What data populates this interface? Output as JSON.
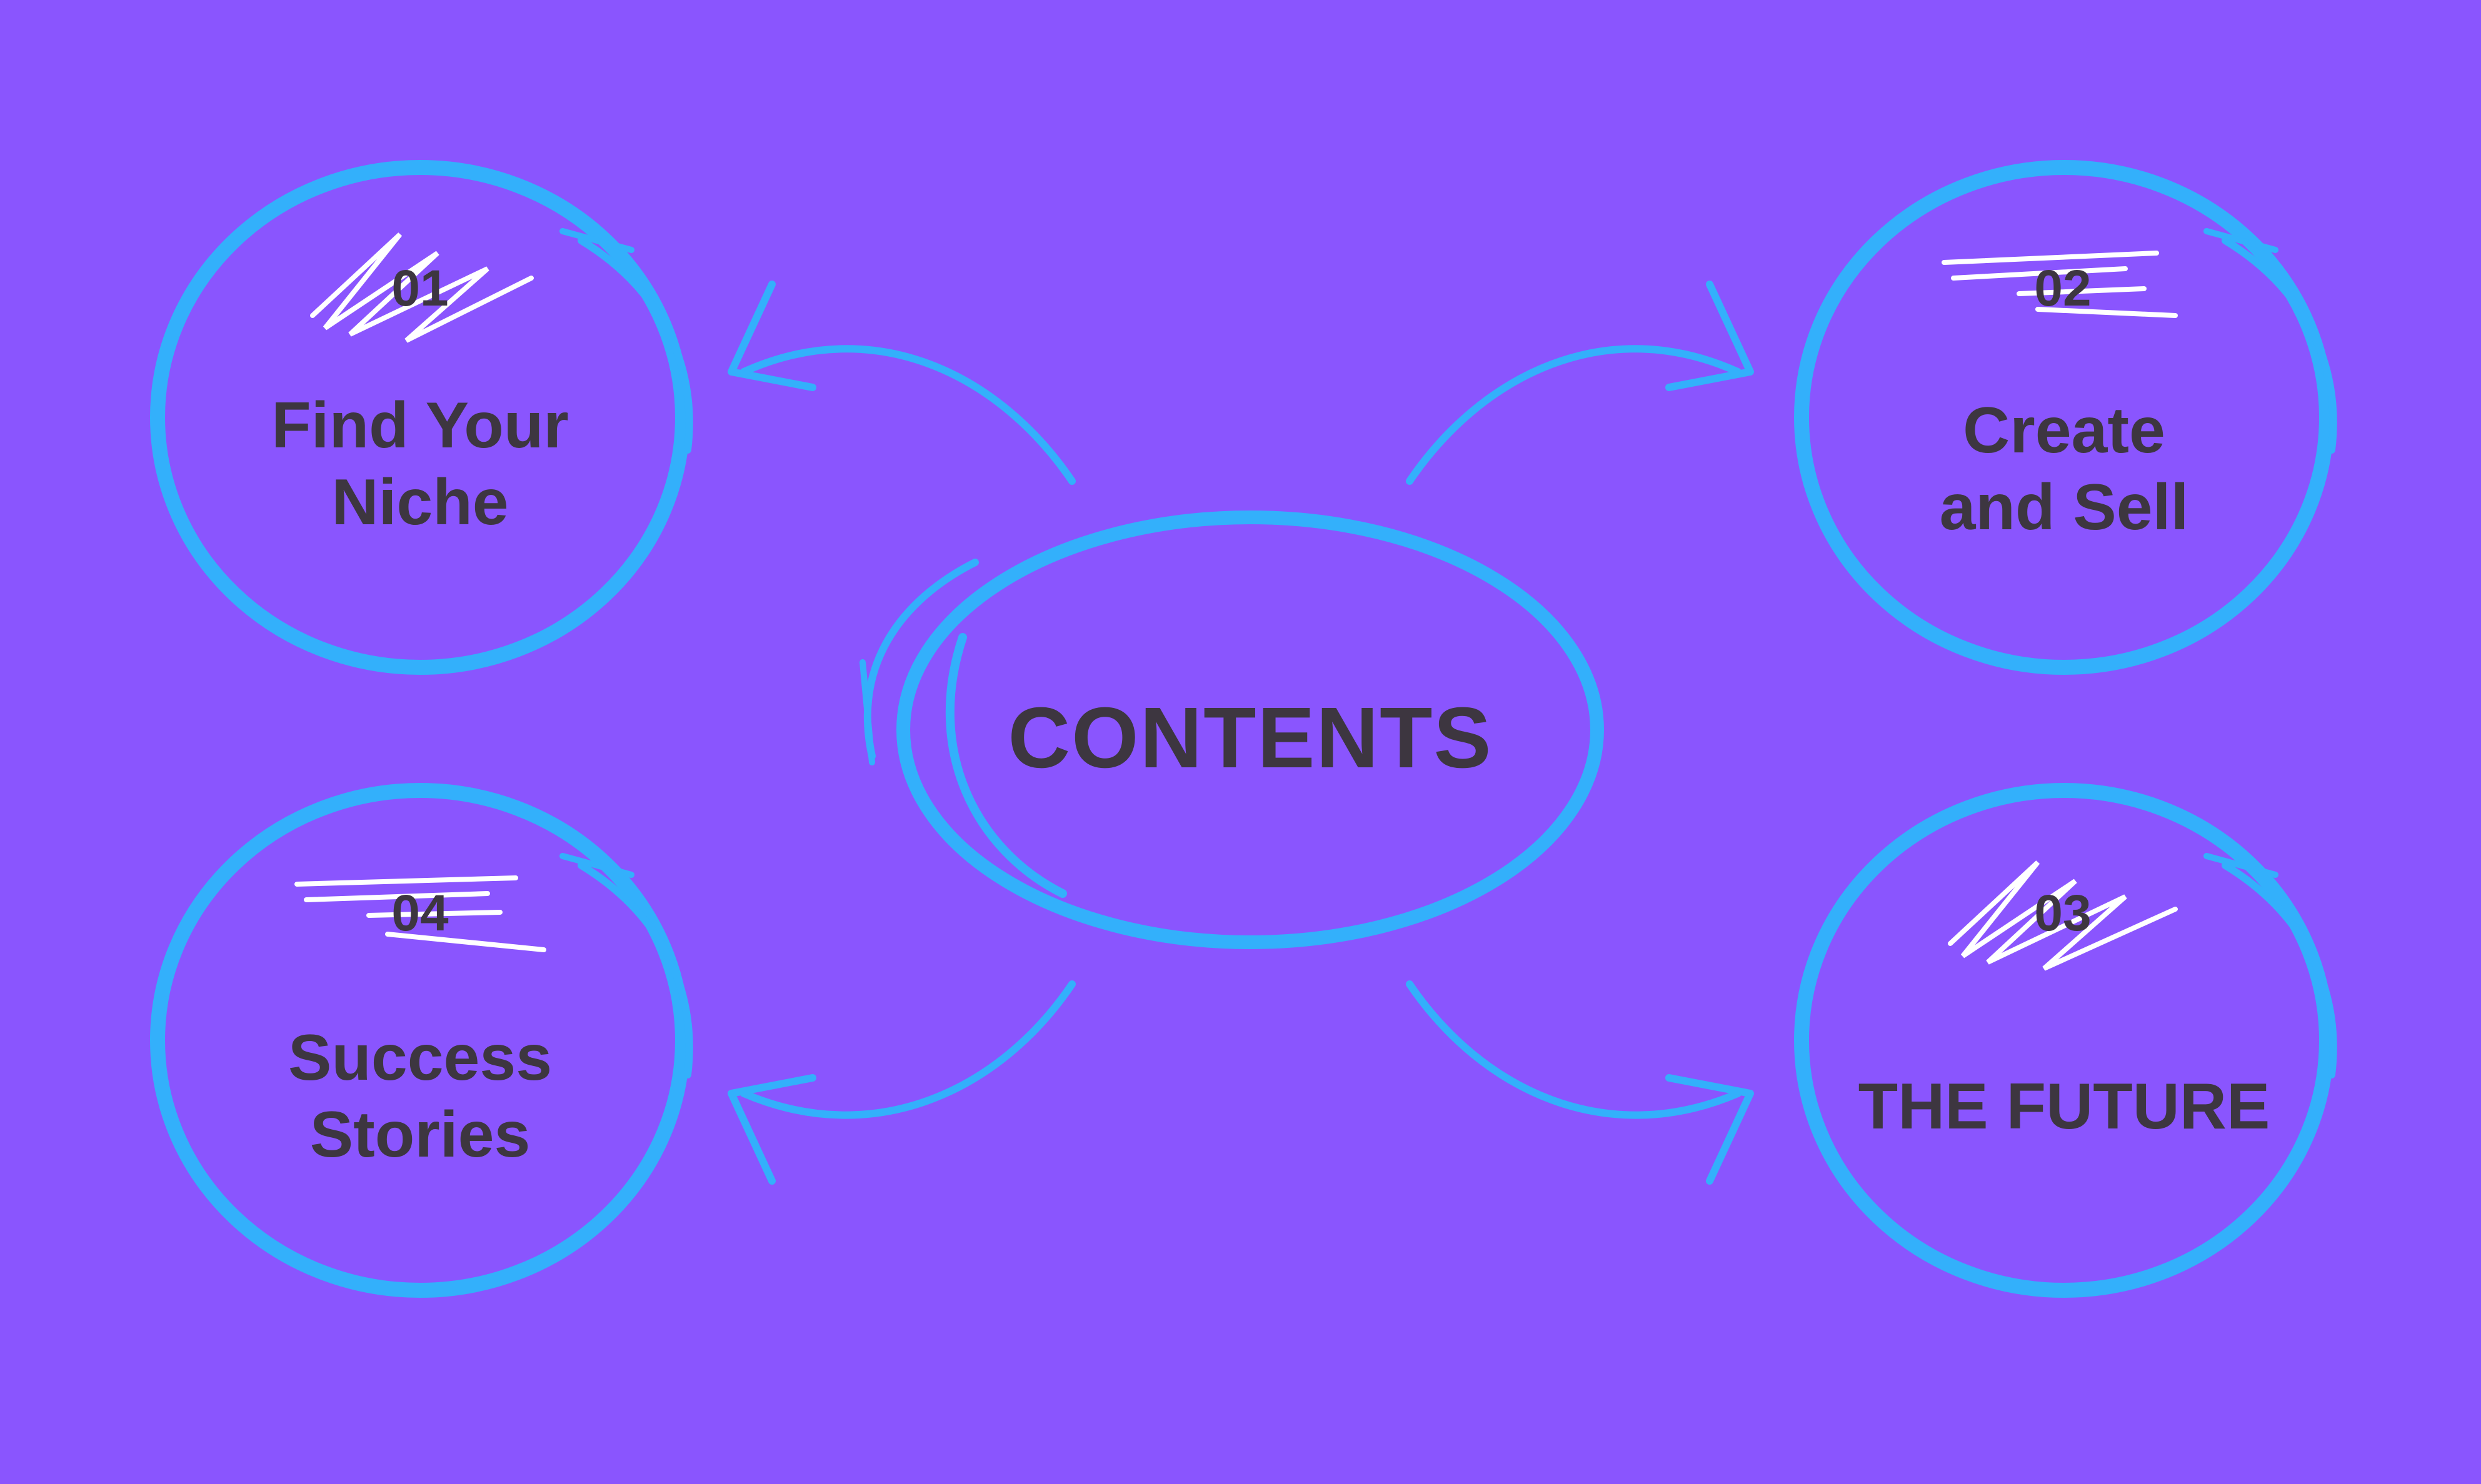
{
  "colors": {
    "background": "#8a55fe",
    "stroke": "#33b0fb",
    "text": "#3d3640",
    "scribble": "#ffffff"
  },
  "center": {
    "title": "CONTENTS"
  },
  "nodes": [
    {
      "number": "01",
      "line1": "Find Your",
      "line2": "Niche"
    },
    {
      "number": "02",
      "line1": "Create",
      "line2": "and Sell"
    },
    {
      "number": "03",
      "line1": "THE FUTURE",
      "line2": ""
    },
    {
      "number": "04",
      "line1": "Success",
      "line2": "Stories"
    }
  ],
  "icons": {
    "scribble": "scribble-icon",
    "arrow": "curved-arrow-icon"
  }
}
